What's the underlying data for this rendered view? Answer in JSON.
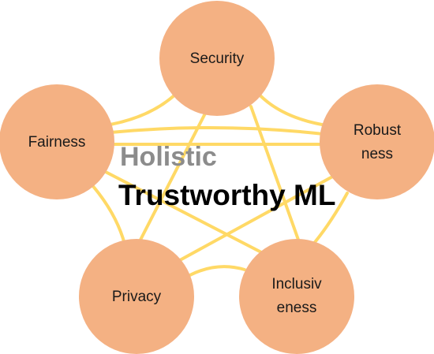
{
  "title": {
    "line1": "Holistic",
    "line2": "Trustworthy ML"
  },
  "nodes": {
    "security": {
      "lines": [
        "Security"
      ]
    },
    "robustness": {
      "lines": [
        "Robust",
        "ness"
      ]
    },
    "inclusiveness": {
      "lines": [
        "Inclusiv",
        "eness"
      ]
    },
    "privacy": {
      "lines": [
        "Privacy"
      ]
    },
    "fairness": {
      "lines": [
        "Fairness"
      ]
    }
  },
  "colors": {
    "node_fill": "#F4B183",
    "edge": "#FFD966",
    "title_primary": "#8C8C8C",
    "title_secondary": "#000000"
  }
}
